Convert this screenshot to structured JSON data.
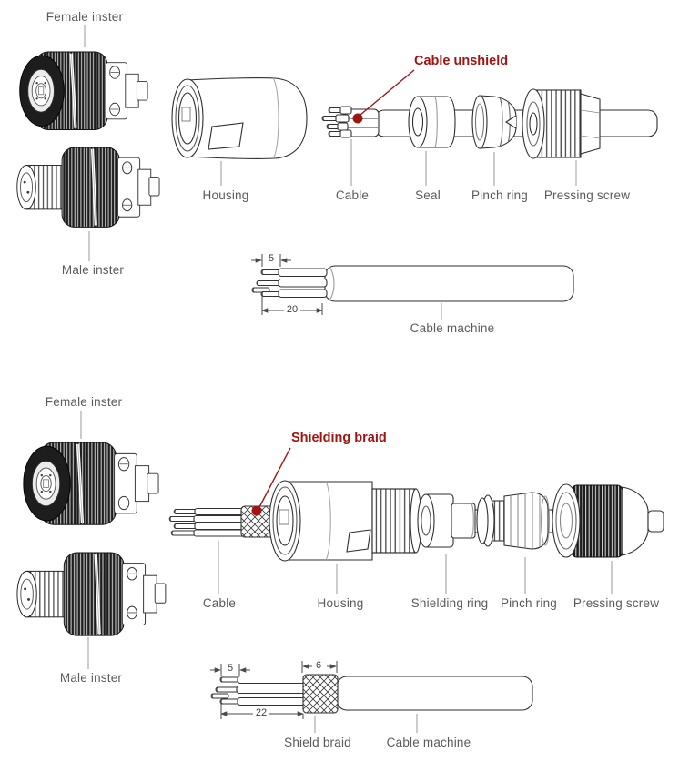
{
  "colors": {
    "accent_red": "#a11414",
    "line": "#2e2e2e",
    "label_gray": "#5a5a5a"
  },
  "section_unshielded": {
    "callout": "Cable unshield",
    "labels": {
      "female_inster": "Female inster",
      "male_inster": "Male inster",
      "housing": "Housing",
      "cable": "Cable",
      "seal": "Seal",
      "pinch_ring": "Pinch ring",
      "pressing_screw": "Pressing screw",
      "cable_machine": "Cable machine"
    },
    "dimensions": {
      "wire_tip_length": "5",
      "strip_length": "20"
    }
  },
  "section_shielded": {
    "callout": "Shielding braid",
    "labels": {
      "female_inster": "Female inster",
      "male_inster": "Male inster",
      "cable": "Cable",
      "housing": "Housing",
      "shielding_ring": "Shielding ring",
      "pinch_ring": "Pinch ring",
      "pressing_screw": "Pressing screw",
      "shield_braid": "Shield braid",
      "cable_machine": "Cable machine"
    },
    "dimensions": {
      "wire_tip_length": "5",
      "strip_length": "22",
      "braid_length": "6"
    }
  }
}
